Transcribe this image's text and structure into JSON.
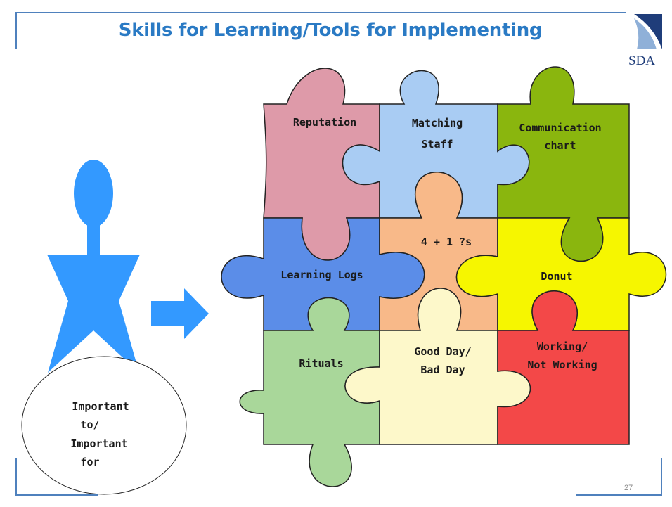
{
  "slide": {
    "title": "Skills for Learning/Tools for Implementing",
    "page_number": "27",
    "logo_text": "SDA"
  },
  "person": {
    "oval_label_lines": [
      "Important",
      "to/",
      "Important",
      "for"
    ]
  },
  "puzzle": {
    "pieces": [
      {
        "id": "reputation",
        "lines": [
          "Reputation"
        ],
        "color": "#de9aa9"
      },
      {
        "id": "matching-staff",
        "lines": [
          "Matching",
          "Staff"
        ],
        "color": "#a9ccf3"
      },
      {
        "id": "communication-chart",
        "lines": [
          "Communication",
          "chart"
        ],
        "color": "#8ab60e"
      },
      {
        "id": "learning-logs",
        "lines": [
          "Learning Logs"
        ],
        "color": "#5b8de8"
      },
      {
        "id": "4-plus-1",
        "lines": [
          "4 + 1 ?s"
        ],
        "color": "#f8b989"
      },
      {
        "id": "donut",
        "lines": [
          "Donut"
        ],
        "color": "#f6f600"
      },
      {
        "id": "rituals",
        "lines": [
          "Rituals"
        ],
        "color": "#a9d79a"
      },
      {
        "id": "good-day-bad-day",
        "lines": [
          "Good Day/",
          "Bad Day"
        ],
        "color": "#fdf8ca"
      },
      {
        "id": "working-not-working",
        "lines": [
          "Working/",
          "Not Working"
        ],
        "color": "#f34848"
      }
    ]
  },
  "colors": {
    "title": "#2a7ac4",
    "person": "#3399ff",
    "frame": "#4f81bd"
  }
}
